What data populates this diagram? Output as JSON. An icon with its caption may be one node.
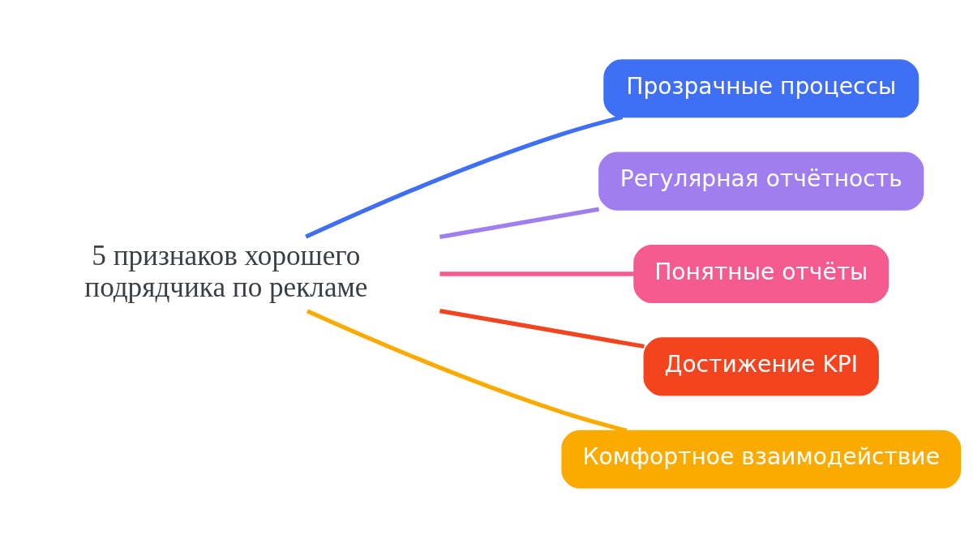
{
  "diagram": {
    "nodes": [
      {
        "text": [
          "5 признаков хорошего подрядчика по рекламе"
        ]
      },
      {
        "text": [
          "Прозрачные процессы"
        ]
      },
      {
        "text": [
          "Регулярная отчётность"
        ]
      },
      {
        "text": [
          "Понятные отчёты"
        ]
      },
      {
        "text": [
          "Достижение KPI"
        ]
      },
      {
        "text": [
          "Комфортное взаимодействие"
        ]
      }
    ],
    "edges": [
      {
        "from": 0,
        "to": 1,
        "arrow": "none",
        "color": "#3f6ff5"
      },
      {
        "from": 0,
        "to": 2,
        "arrow": "none",
        "color": "#a07ef0"
      },
      {
        "from": 0,
        "to": 3,
        "arrow": "none",
        "color": "#f55b8f"
      },
      {
        "from": 0,
        "to": 4,
        "arrow": "none",
        "color": "#f4441f"
      },
      {
        "from": 0,
        "to": 5,
        "arrow": "none",
        "color": "#fbab00"
      }
    ]
  }
}
